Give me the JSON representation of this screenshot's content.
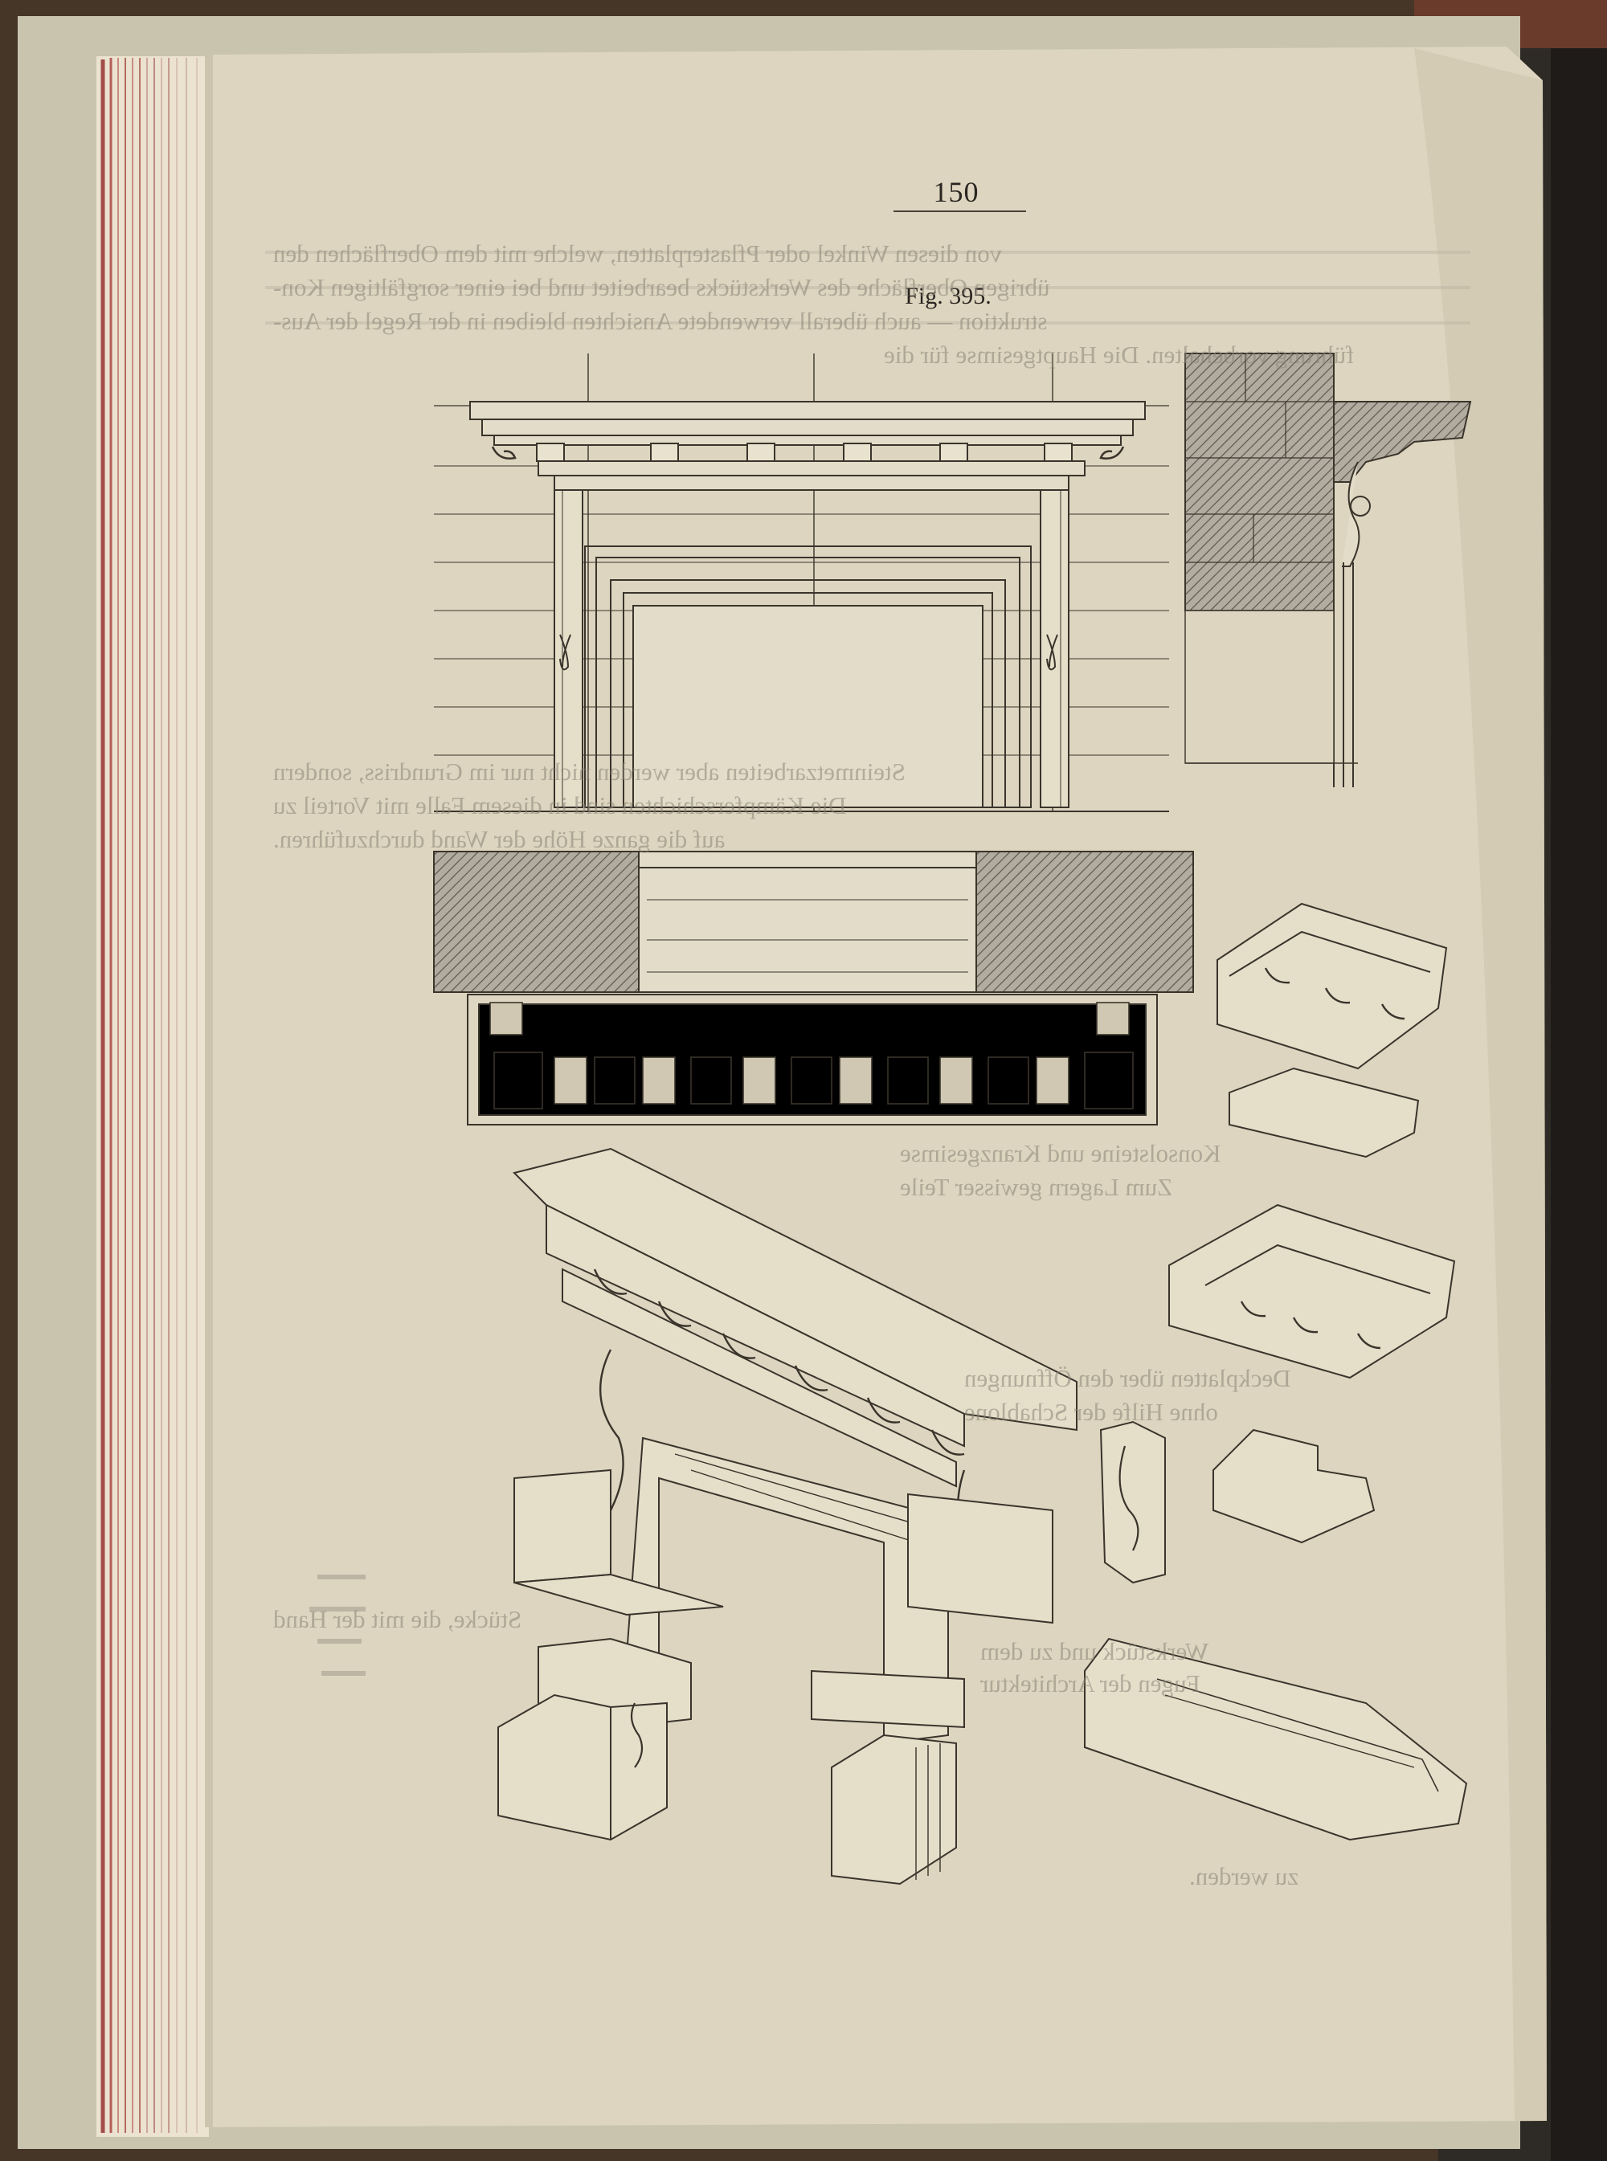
{
  "page": {
    "page_number": "150",
    "figure_label": "Fig. 395."
  },
  "bleed_through": [
    "von diesen Winkel oder Pflasterplatten, welche mit dem Oberflächen den",
    "übrigen Oberfläche des Werkstücks bearbeitet und bei einer sorgfältigen Kon-",
    "struktion — auch überall verwendete Ansichten bleiben in der Regel der Aus-",
    "führung vorbehalten. Die Hauptgesimse für die",
    "Steinmetzarbeiten aber werden nicht nur im Grundriss, sondern",
    "Die Kämpferschichten sind in diesem Falle mit Vorteil zu",
    "auf die ganze Höhe der Wand durchzuführen.",
    "Konsolsteine und Kranzgesimse",
    "Zum Lagern gewisser Teile",
    "Deckplatten über den Öffnungen",
    "ohne Hilfe der Schablone",
    "Stücke, die mit der Hand",
    "Werkstück und zu dem",
    "Fugen der Architektur",
    "zu werden."
  ]
}
